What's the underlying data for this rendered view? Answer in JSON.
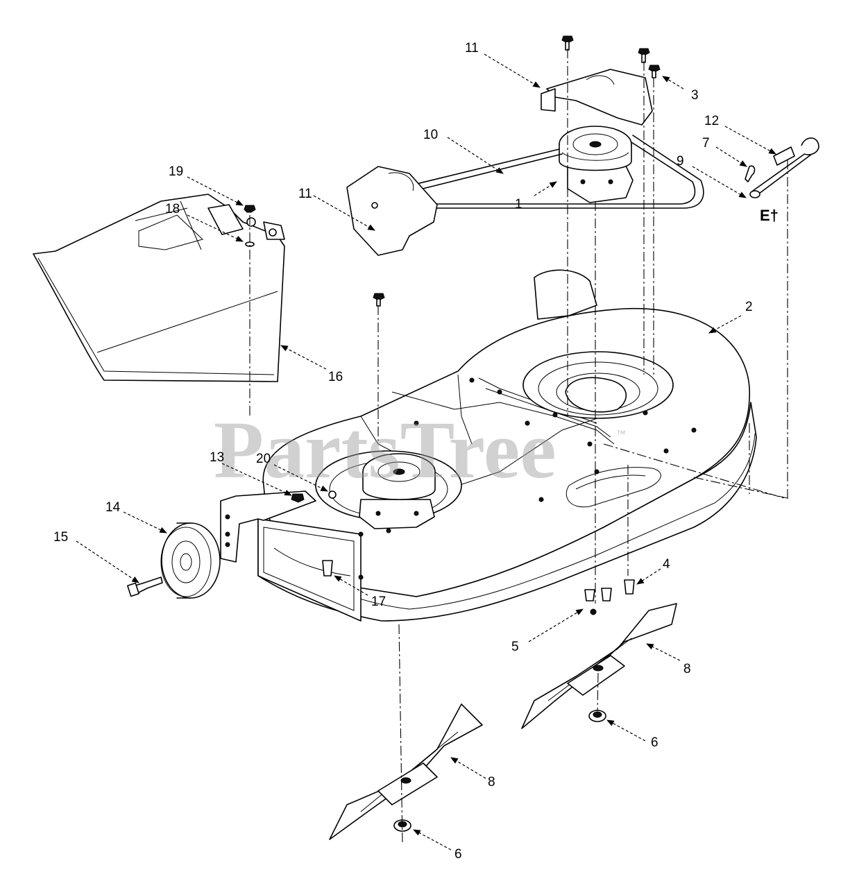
{
  "watermark": {
    "text": "PartsTree",
    "trademark": "™"
  },
  "callouts": {
    "c1": "1",
    "c2": "2",
    "c3": "3",
    "c4": "4",
    "c5": "5",
    "c6a": "6",
    "c6b": "6",
    "c7": "7",
    "c8a": "8",
    "c8b": "8",
    "c9": "9",
    "c10": "10",
    "c11a": "11",
    "c11b": "11",
    "c12": "12",
    "c13": "13",
    "c14": "14",
    "c15": "15",
    "c16": "16",
    "c17": "17",
    "c18": "18",
    "c19": "19",
    "c20": "20"
  },
  "note_mark": "E†"
}
